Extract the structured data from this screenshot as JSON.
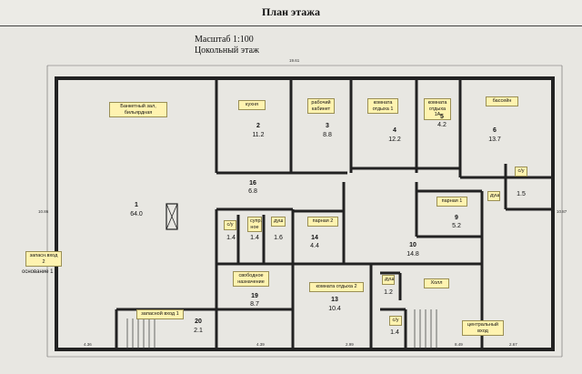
{
  "title": "План этажа",
  "scale": "Масштаб 1:100",
  "floor": "Цокольный этаж",
  "rooms": [
    {
      "id": "1",
      "name": "Банкетный зал, бильярдная",
      "number": "1",
      "area": "64.0"
    },
    {
      "id": "2",
      "name": "кухня",
      "number": "2",
      "area": "11.2"
    },
    {
      "id": "3",
      "name": "рабочий кабинет",
      "number": "3",
      "area": "8.8"
    },
    {
      "id": "4",
      "name": "комната отдыха 1",
      "number": "4",
      "area": "12.2"
    },
    {
      "id": "5",
      "name": "комната отдыха 1А",
      "number": "5",
      "area": "4.2"
    },
    {
      "id": "6",
      "name": "бассейн",
      "number": "6",
      "area": "13.7"
    },
    {
      "id": "9",
      "name": "парная 1",
      "number": "9",
      "area": "5.2"
    },
    {
      "id": "10",
      "name": "Холл",
      "number": "10",
      "area": "14.8"
    },
    {
      "id": "13",
      "name": "комната отдыха 2",
      "number": "13",
      "area": "10.4"
    },
    {
      "id": "14",
      "name": "парная 2",
      "number": "14",
      "area": "4.4"
    },
    {
      "id": "16",
      "name": "",
      "number": "16",
      "area": "6.8"
    },
    {
      "id": "19",
      "name": "свободное назначение",
      "number": "19",
      "area": "8.7"
    },
    {
      "id": "20",
      "name": "запасной вход 1",
      "number": "20",
      "area": "2.1"
    }
  ],
  "small_labels": {
    "su1": "с/у",
    "sup": "супр. ное",
    "dush1": "душ",
    "dush2": "душ",
    "su2": "с/у",
    "su3": "с/у",
    "dush3": "душ",
    "cuhnya_small": "кухня"
  },
  "small_areas": {
    "a1": "1.4",
    "a2": "1.4",
    "a3": "1.6",
    "a4": "1.5",
    "a5": "1.2",
    "a6": "1.4"
  },
  "entrances": {
    "spare2": "запасн.вход 2",
    "spare2_ext": "основание 1",
    "central": "центральный вход"
  },
  "dims": {
    "top": "19.61",
    "left": "10.86",
    "right": "10.87",
    "bottom1": "4.36",
    "bottom2": "4.39",
    "bottom3": "2.99",
    "bottom4": "8.49",
    "bottom5": "2.67"
  }
}
